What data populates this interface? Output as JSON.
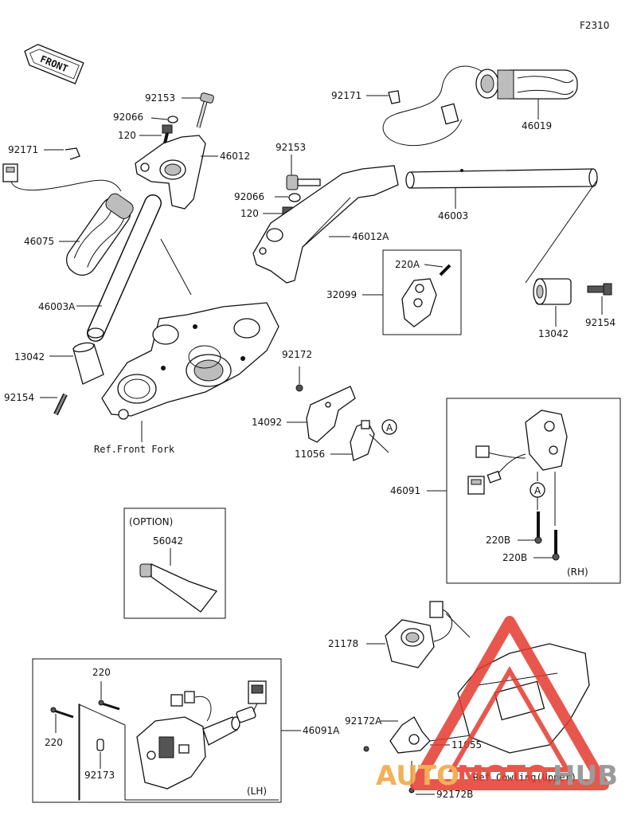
{
  "diagram": {
    "figure_code": "F2310",
    "front_label": "FRONT",
    "parts": {
      "p92153_top": "92153",
      "p92066_top": "92066",
      "p120_top": "120",
      "p46012": "46012",
      "p92171_left": "92171",
      "p46075": "46075",
      "p46003A": "46003A",
      "p13042_left": "13042",
      "p92154_left": "92154",
      "ref_front_fork": "Ref.Front Fork",
      "p92171_right": "92171",
      "p46019": "46019",
      "p92153_mid": "92153",
      "p92066_mid": "92066",
      "p120_mid": "120",
      "p46012A": "46012A",
      "p46003": "46003",
      "p220A": "220A",
      "p32099": "32099",
      "p13042_right": "13042",
      "p92154_right": "92154",
      "p92172": "92172",
      "p14092": "14092",
      "p11056": "11056",
      "callout_a_1": "A",
      "p46091": "46091",
      "callout_a_2": "A",
      "p220B_1": "220B",
      "p220B_2": "220B",
      "rh_label": "(RH)",
      "option_label": "(OPTION)",
      "p56042": "56042",
      "p21178": "21178",
      "p92172A": "92172A",
      "p11055": "11055",
      "ref_cowling": "Ref.Cowling(Upper)",
      "p92172B": "92172B",
      "p220_1": "220",
      "p220_2": "220",
      "p92173": "92173",
      "p46091A": "46091A",
      "lh_label": "(LH)"
    },
    "watermark": {
      "text_auto": "AUTO",
      "text_moto": "MOTO",
      "text_hub": "HUB",
      "color_red": "#e43a2f",
      "color_orange": "#f2a33a",
      "color_grey": "#8a8a8a"
    }
  }
}
